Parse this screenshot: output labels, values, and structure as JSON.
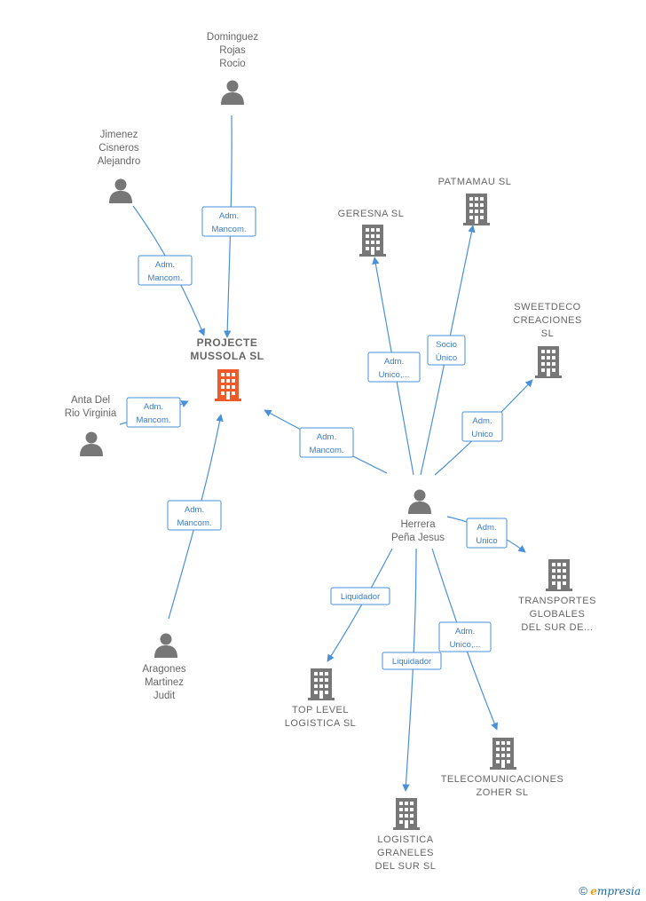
{
  "center": {
    "name_lines": [
      "PROJECTE",
      "MUSSOLA  SL"
    ],
    "icon": "building-icon",
    "color": "#f05a28"
  },
  "persons": [
    {
      "id": "dominguez",
      "lines": [
        "Dominguez",
        "Rojas",
        "Rocio"
      ]
    },
    {
      "id": "jimenez",
      "lines": [
        "Jimenez",
        "Cisneros",
        "Alejandro"
      ]
    },
    {
      "id": "anta",
      "lines": [
        "Anta Del",
        "Rio Virginia"
      ]
    },
    {
      "id": "aragones",
      "lines": [
        "Aragones",
        "Martinez",
        "Judit"
      ]
    },
    {
      "id": "herrera",
      "lines": [
        "Herrera",
        "Peña Jesus"
      ]
    }
  ],
  "companies": [
    {
      "id": "geresna",
      "lines": [
        "GERESNA  SL"
      ]
    },
    {
      "id": "patmamau",
      "lines": [
        "PATMAMAU  SL"
      ]
    },
    {
      "id": "sweetdeco",
      "lines": [
        "SWEETDECO",
        "CREACIONES",
        "SL"
      ]
    },
    {
      "id": "transportes",
      "lines": [
        "TRANSPORTES",
        "GLOBALES",
        "DEL SUR DE..."
      ]
    },
    {
      "id": "toplevel",
      "lines": [
        "TOP LEVEL",
        "LOGISTICA  SL"
      ]
    },
    {
      "id": "telecom",
      "lines": [
        "TELECOMUNICACIONES",
        "ZOHER  SL"
      ]
    },
    {
      "id": "logistica",
      "lines": [
        "LOGISTICA",
        "GRANELES",
        "DEL SUR  SL"
      ]
    }
  ],
  "edges": [
    {
      "id": "dominguez-center",
      "lines": [
        "Adm.",
        "Mancom."
      ]
    },
    {
      "id": "jimenez-center",
      "lines": [
        "Adm.",
        "Mancom."
      ]
    },
    {
      "id": "anta-center",
      "lines": [
        "Adm.",
        "Mancom."
      ]
    },
    {
      "id": "aragones-center",
      "lines": [
        "Adm.",
        "Mancom."
      ]
    },
    {
      "id": "herrera-center",
      "lines": [
        "Adm.",
        "Mancom."
      ]
    },
    {
      "id": "herrera-geresna",
      "lines": [
        "Adm.",
        "Unico,..."
      ]
    },
    {
      "id": "herrera-patmamau",
      "lines": [
        "Socio",
        "Único"
      ]
    },
    {
      "id": "herrera-sweetdeco",
      "lines": [
        "Adm.",
        "Unico"
      ]
    },
    {
      "id": "herrera-transportes",
      "lines": [
        "Adm.",
        "Unico"
      ]
    },
    {
      "id": "herrera-toplevel",
      "lines": [
        "Liquidador"
      ]
    },
    {
      "id": "herrera-logistica",
      "lines": [
        "Liquidador"
      ]
    },
    {
      "id": "herrera-telecom",
      "lines": [
        "Adm.",
        "Unico,..."
      ]
    }
  ],
  "colors": {
    "edge": "#4a90d9",
    "node": "#777777",
    "center": "#f05a28"
  },
  "footer": {
    "copyright": "©",
    "brand_initial": "e",
    "brand_rest": "mpresia"
  }
}
